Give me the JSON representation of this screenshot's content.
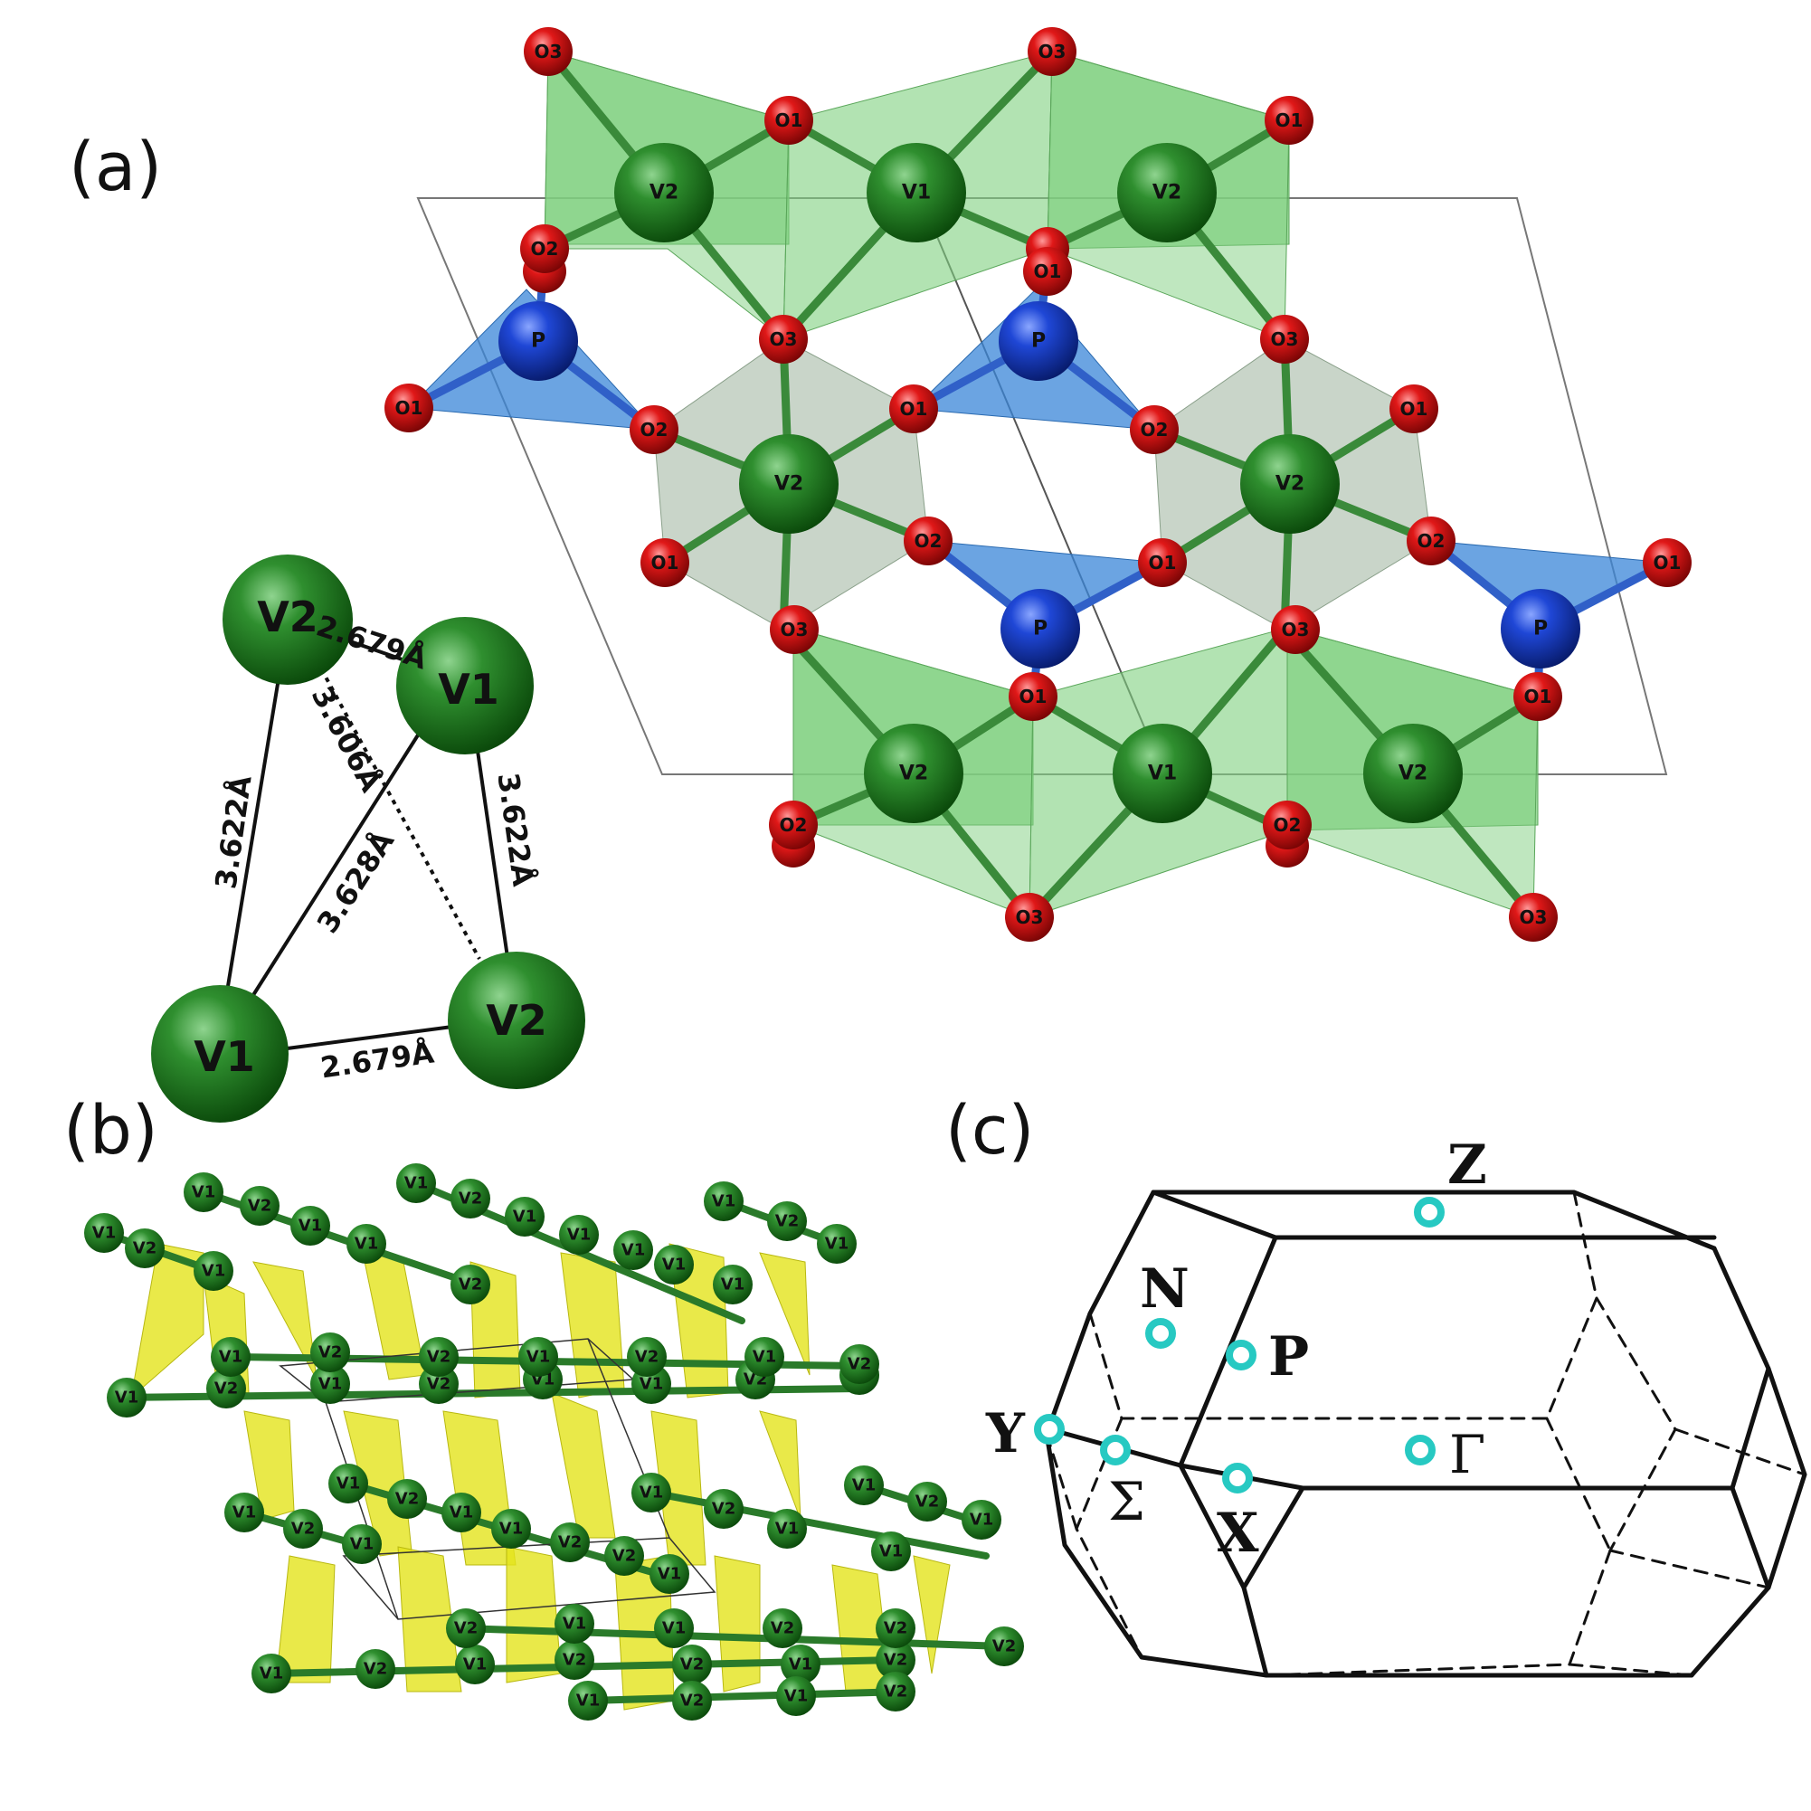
{
  "panels": {
    "a": "(a)",
    "b": "(b)",
    "c": "(c)"
  },
  "atoms": {
    "V1": "V1",
    "V2": "V2",
    "O1": "O1",
    "O2": "O2",
    "O3": "O3",
    "P": "P"
  },
  "distances": {
    "d_short_top": "2.679Å",
    "d_short_bottom": "2.679Å",
    "d_dotted": "3.606Å",
    "d_left": "3.622Å",
    "d_right": "3.622Å",
    "d_diag": "3.628Å"
  },
  "bz_points": {
    "Z": "Z",
    "N": "N",
    "P": "P",
    "Y": "Y",
    "Sigma": "Σ",
    "X": "X",
    "Gamma": "Γ"
  },
  "colors": {
    "vanadium": "#1f7a1f",
    "oxygen": "#d41414",
    "phosphorus": "#1438c8",
    "vo6_polyhedra": "#7fd07f",
    "po4_tetrahedra": "#3a86d8",
    "chain_polyhedra": "#e3e31c",
    "bz_point": "#27c9c2"
  }
}
